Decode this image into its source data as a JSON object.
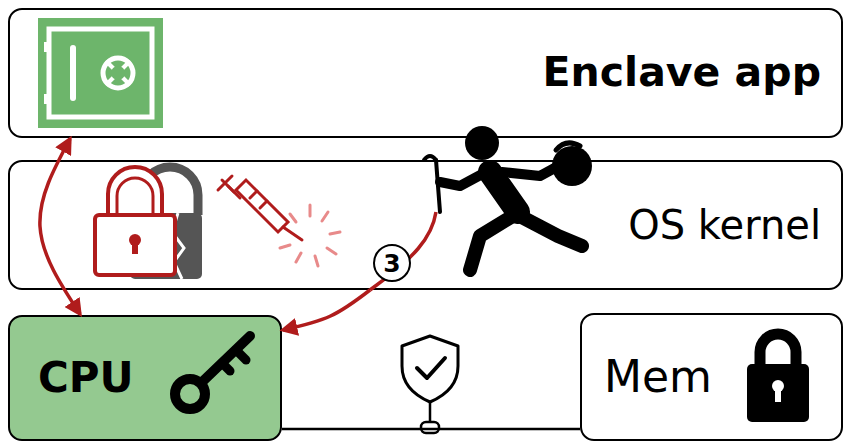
{
  "diagram": {
    "nodes": [
      {
        "text": [
          "Enclave app"
        ]
      },
      {
        "text": [
          "OS kernel"
        ]
      },
      {
        "text": [
          "CPU"
        ]
      },
      {
        "text": [
          "Mem"
        ]
      }
    ],
    "edges": [
      {
        "from": 0,
        "to": 2,
        "arrow": "both"
      },
      {
        "from": 1,
        "to": 2,
        "arrow": "to",
        "label": "3"
      },
      {
        "from": 2,
        "to": 3,
        "arrow": "none"
      }
    ]
  }
}
